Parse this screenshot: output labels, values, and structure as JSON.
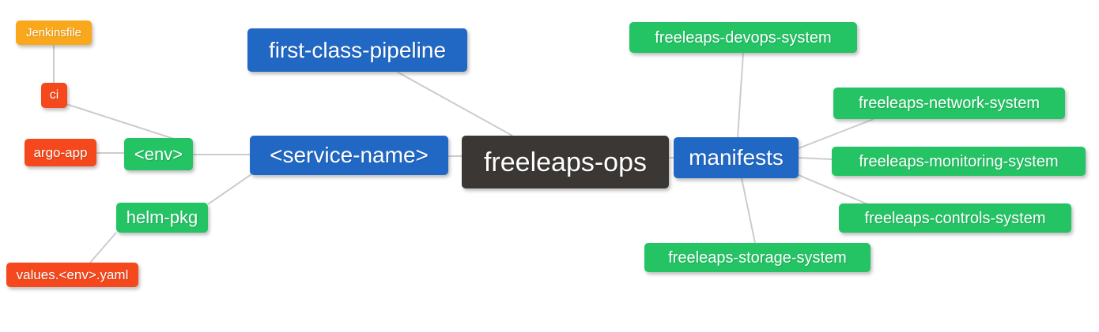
{
  "diagram": {
    "colors": {
      "blue": "#2168C4",
      "green": "#24C364",
      "orange": "#FAA81B",
      "red": "#F5481C",
      "dark": "#3B3735",
      "edge": "#CCCCCC",
      "node_text": "#FFFFFF"
    },
    "nodes": [
      {
        "id": "jenkinsfile",
        "label": "Jenkinsfile",
        "color": "orange"
      },
      {
        "id": "ci",
        "label": "ci",
        "color": "red"
      },
      {
        "id": "argo-app",
        "label": "argo-app",
        "color": "red"
      },
      {
        "id": "env",
        "label": "<env>",
        "color": "green"
      },
      {
        "id": "first-class-pipeline",
        "label": "first-class-pipeline",
        "color": "blue"
      },
      {
        "id": "service-name",
        "label": "<service-name>",
        "color": "blue"
      },
      {
        "id": "freeleaps-ops",
        "label": "freeleaps-ops",
        "color": "dark"
      },
      {
        "id": "manifests",
        "label": "manifests",
        "color": "blue"
      },
      {
        "id": "helm-pkg",
        "label": "helm-pkg",
        "color": "green"
      },
      {
        "id": "values-env-yaml",
        "label": "values.<env>.yaml",
        "color": "red"
      },
      {
        "id": "freeleaps-devops-system",
        "label": "freeleaps-devops-system",
        "color": "green"
      },
      {
        "id": "freeleaps-network-system",
        "label": "freeleaps-network-system",
        "color": "green"
      },
      {
        "id": "freeleaps-monitoring-system",
        "label": "freeleaps-monitoring-system",
        "color": "green"
      },
      {
        "id": "freeleaps-controls-system",
        "label": "freeleaps-controls-system",
        "color": "green"
      },
      {
        "id": "freeleaps-storage-system",
        "label": "freeleaps-storage-system",
        "color": "green"
      }
    ],
    "edges": [
      {
        "from": "jenkinsfile",
        "to": "ci"
      },
      {
        "from": "ci",
        "to": "env"
      },
      {
        "from": "argo-app",
        "to": "env"
      },
      {
        "from": "env",
        "to": "service-name"
      },
      {
        "from": "helm-pkg",
        "to": "service-name"
      },
      {
        "from": "values-env-yaml",
        "to": "helm-pkg"
      },
      {
        "from": "first-class-pipeline",
        "to": "freeleaps-ops"
      },
      {
        "from": "service-name",
        "to": "freeleaps-ops"
      },
      {
        "from": "freeleaps-ops",
        "to": "manifests"
      },
      {
        "from": "manifests",
        "to": "freeleaps-devops-system"
      },
      {
        "from": "manifests",
        "to": "freeleaps-network-system"
      },
      {
        "from": "manifests",
        "to": "freeleaps-monitoring-system"
      },
      {
        "from": "manifests",
        "to": "freeleaps-controls-system"
      },
      {
        "from": "manifests",
        "to": "freeleaps-storage-system"
      }
    ]
  }
}
